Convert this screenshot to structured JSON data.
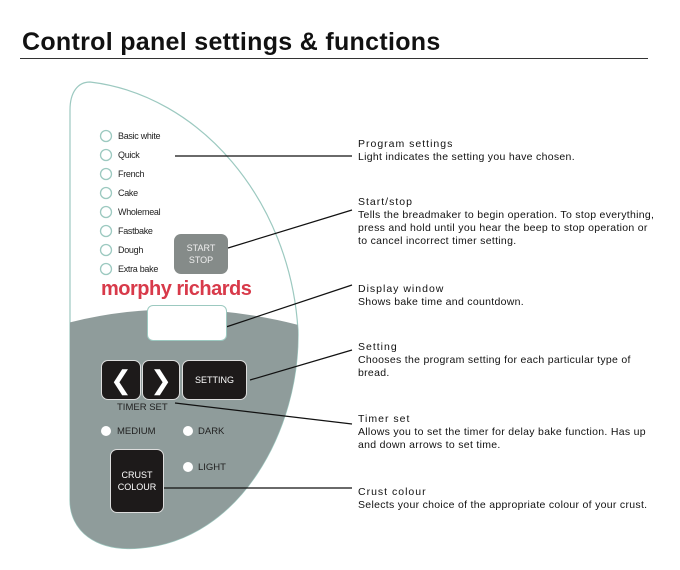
{
  "title": "Control panel settings & functions",
  "programs": [
    "Basic white",
    "Quick",
    "French",
    "Cake",
    "Wholemeal",
    "Fastbake",
    "Dough",
    "Extra bake"
  ],
  "brand": "morphy richards",
  "buttons": {
    "start_line1": "START",
    "start_line2": "STOP",
    "setting": "SETTING",
    "timer_set": "TIMER SET",
    "crust_line1": "CRUST",
    "crust_line2": "COLOUR"
  },
  "crust_options": {
    "medium": "MEDIUM",
    "dark": "DARK",
    "light": "LIGHT"
  },
  "annotations": [
    {
      "title": "Program settings",
      "text": "Light indicates the setting you have chosen."
    },
    {
      "title": "Start/stop",
      "text": "Tells the breadmaker to begin operation.  To stop everything, press and hold until you hear the beep to stop operation or to cancel incorrect timer setting."
    },
    {
      "title": "Display window",
      "text": "Shows bake time and countdown."
    },
    {
      "title": "Setting",
      "text": "Chooses the program setting for each particular type of bread."
    },
    {
      "title": "Timer set",
      "text": "Allows you to set the timer for delay bake function. Has up and down arrows to set time."
    },
    {
      "title": "Crust colour",
      "text": "Selects your choice of the appropriate colour of your crust."
    }
  ],
  "colors": {
    "panel_gray": "#8f9c9b",
    "outline": "#9cc9c0",
    "brand": "#d83a4a"
  }
}
